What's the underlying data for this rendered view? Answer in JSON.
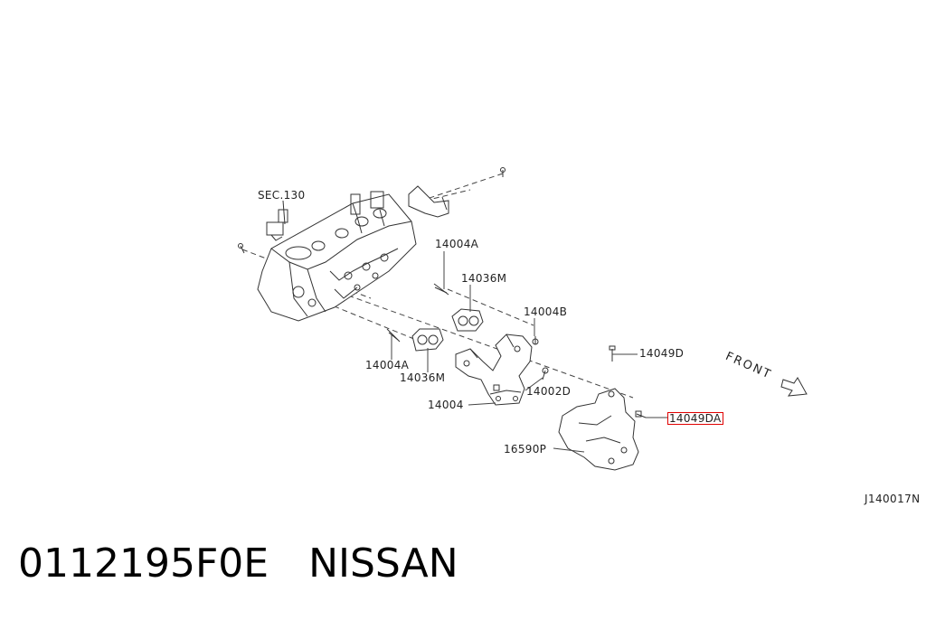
{
  "diagram": {
    "labels": {
      "sec130": "SEC.130",
      "p14004A_top": "14004A",
      "p14036M_top": "14036M",
      "p14004B": "14004B",
      "p14049D": "14049D",
      "p14004A_bottom": "14004A",
      "p14036M_bottom": "14036M",
      "p14002D": "14002D",
      "p14004": "14004",
      "p14049DA": "14049DA",
      "p16590P": "16590P",
      "front": "FRONT",
      "diagram_code": "J140017N"
    },
    "highlight_color": "#e00000"
  },
  "caption": {
    "part_number": "0112195F0E",
    "brand": "NISSAN"
  }
}
